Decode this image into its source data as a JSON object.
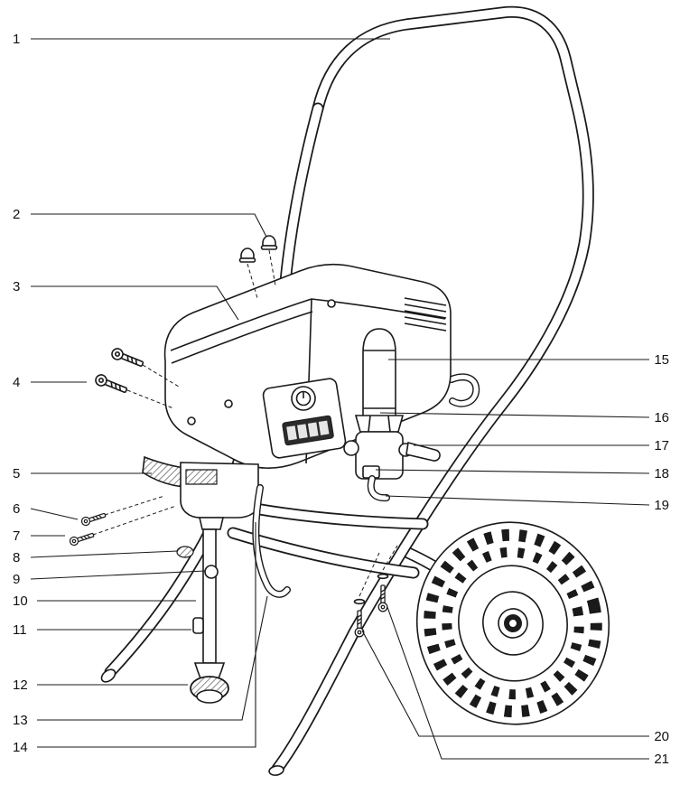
{
  "diagram": {
    "colors": {
      "line": "#1a1a1a",
      "background": "#ffffff"
    },
    "callouts_left": [
      {
        "label": "1"
      },
      {
        "label": "2"
      },
      {
        "label": "3"
      },
      {
        "label": "4"
      },
      {
        "label": "5"
      },
      {
        "label": "6"
      },
      {
        "label": "7"
      },
      {
        "label": "8"
      },
      {
        "label": "9"
      },
      {
        "label": "10"
      },
      {
        "label": "11"
      },
      {
        "label": "12"
      },
      {
        "label": "13"
      },
      {
        "label": "14"
      }
    ],
    "callouts_right": [
      {
        "label": "15"
      },
      {
        "label": "16"
      },
      {
        "label": "17"
      },
      {
        "label": "18"
      },
      {
        "label": "19"
      },
      {
        "label": "20"
      },
      {
        "label": "21"
      }
    ]
  }
}
